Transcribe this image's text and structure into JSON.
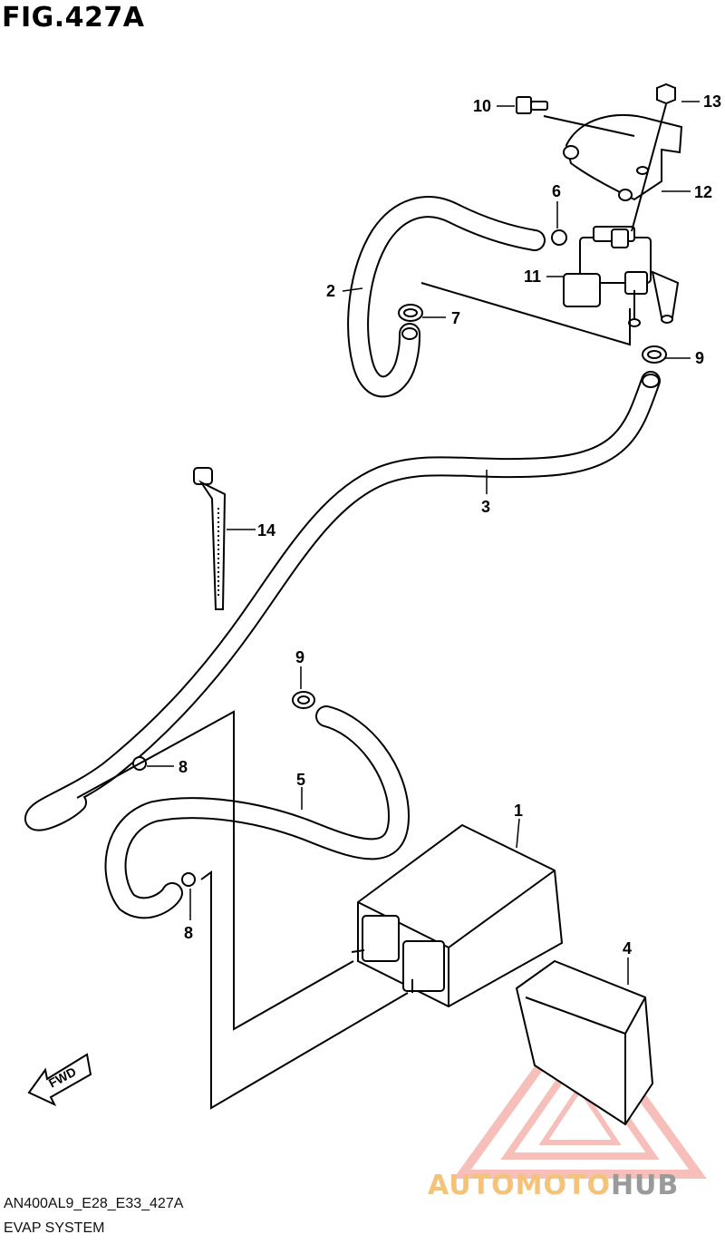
{
  "title": "FIG.427A",
  "footer": {
    "code": "AN400AL9_E28_E33_427A",
    "name": "EVAP SYSTEM"
  },
  "callouts": {
    "c1": "1",
    "c2": "2",
    "c3": "3",
    "c4": "4",
    "c5": "5",
    "c6": "6",
    "c7": "7",
    "c8a": "8",
    "c8b": "8",
    "c9a": "9",
    "c9b": "9",
    "c10": "10",
    "c11": "11",
    "c12": "12",
    "c13": "13",
    "c14": "14"
  },
  "fwd_label": "FWD",
  "watermark": {
    "part1": "AUTOMOTO",
    "part2": "HUB",
    "color_primary": "#f4a9a0",
    "color_secondary": "#9a9a9a"
  }
}
